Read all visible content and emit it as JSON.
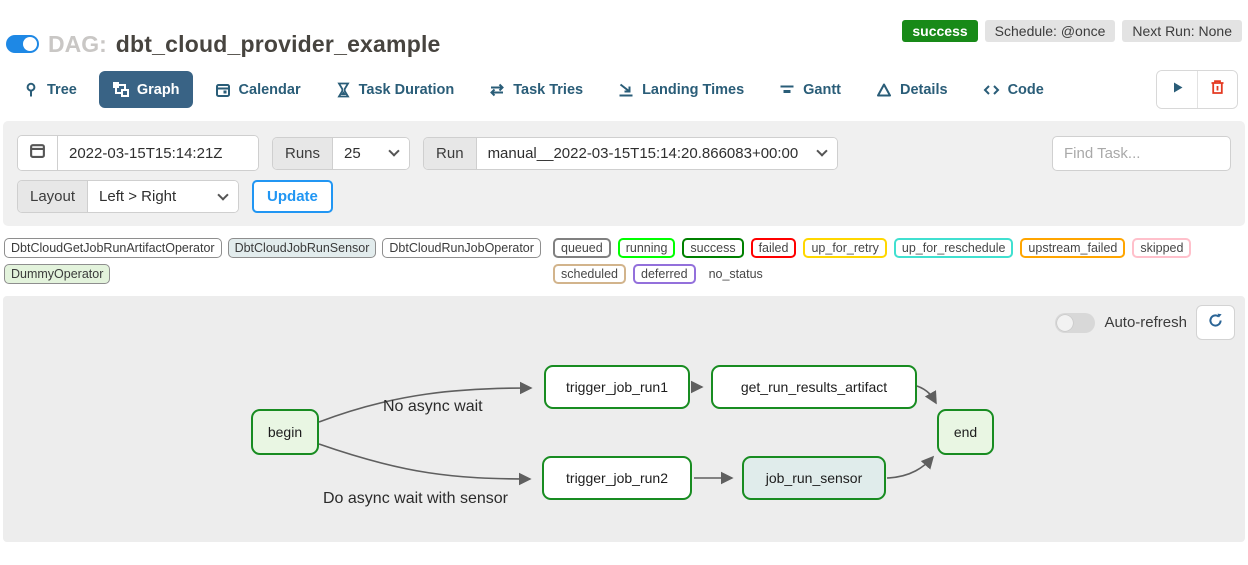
{
  "header": {
    "dag_prefix": "DAG:",
    "dag_title": "dbt_cloud_provider_example",
    "dag_enabled": true,
    "status_badge": "success",
    "schedule_badge": "Schedule: @once",
    "next_run_badge": "Next Run: None",
    "status_color": "#188a18"
  },
  "tabs": [
    {
      "label": "Tree",
      "icon": "tree-icon",
      "active": false
    },
    {
      "label": "Graph",
      "icon": "graph-icon",
      "active": true
    },
    {
      "label": "Calendar",
      "icon": "calendar-icon",
      "active": false
    },
    {
      "label": "Task Duration",
      "icon": "hourglass-icon",
      "active": false
    },
    {
      "label": "Task Tries",
      "icon": "repeat-icon",
      "active": false
    },
    {
      "label": "Landing Times",
      "icon": "plane-landing-icon",
      "active": false
    },
    {
      "label": "Gantt",
      "icon": "gantt-icon",
      "active": false
    },
    {
      "label": "Details",
      "icon": "triangle-icon",
      "active": false
    },
    {
      "label": "Code",
      "icon": "code-icon",
      "active": false
    }
  ],
  "toolbar": {
    "play_icon": "play-icon",
    "delete_icon": "trash-icon",
    "accent_play": "#2a5d78",
    "accent_delete": "#e43921"
  },
  "filters": {
    "date_value": "2022-03-15T15:14:21Z",
    "runs_label": "Runs",
    "runs_value": "25",
    "run_label": "Run",
    "run_value": "manual__2022-03-15T15:14:20.866083+00:00",
    "find_task_placeholder": "Find Task...",
    "layout_label": "Layout",
    "layout_value": "Left > Right",
    "update_label": "Update",
    "update_accent": "#2196f3"
  },
  "legend": {
    "operators": [
      {
        "label": "DbtCloudGetJobRunArtifactOperator",
        "fill": "#ffffff"
      },
      {
        "label": "DbtCloudJobRunSensor",
        "fill": "#e2eced"
      },
      {
        "label": "DbtCloudRunJobOperator",
        "fill": "#ffffff"
      },
      {
        "label": "DummyOperator",
        "fill": "#e3f3dc"
      }
    ],
    "statuses": [
      {
        "label": "queued",
        "border": "gray"
      },
      {
        "label": "running",
        "border": "lime"
      },
      {
        "label": "success",
        "border": "green"
      },
      {
        "label": "failed",
        "border": "red"
      },
      {
        "label": "up_for_retry",
        "border": "gold"
      },
      {
        "label": "up_for_reschedule",
        "border": "turquoise"
      },
      {
        "label": "upstream_failed",
        "border": "orange"
      },
      {
        "label": "skipped",
        "border": "pink"
      },
      {
        "label": "scheduled",
        "border": "tan"
      },
      {
        "label": "deferred",
        "border": "mediumpurple"
      },
      {
        "label": "no_status",
        "border": "none"
      }
    ]
  },
  "graph": {
    "auto_refresh_label": "Auto-refresh",
    "auto_refresh_on": false,
    "node_border_color": "#188c21",
    "edge_color": "#5f5f5f",
    "nodes": [
      {
        "label": "begin",
        "operator": "DummyOperator",
        "status": "success"
      },
      {
        "label": "trigger_job_run1",
        "operator": "DbtCloudRunJobOperator",
        "status": "success"
      },
      {
        "label": "get_run_results_artifact",
        "operator": "DbtCloudGetJobRunArtifactOperator",
        "status": "success"
      },
      {
        "label": "end",
        "operator": "DummyOperator",
        "status": "success"
      },
      {
        "label": "trigger_job_run2",
        "operator": "DbtCloudRunJobOperator",
        "status": "success"
      },
      {
        "label": "job_run_sensor",
        "operator": "DbtCloudJobRunSensor",
        "status": "success"
      }
    ],
    "edges": [
      {
        "from": "begin",
        "to": "trigger_job_run1",
        "label": "No async wait"
      },
      {
        "from": "begin",
        "to": "trigger_job_run2",
        "label": "Do async wait with sensor"
      },
      {
        "from": "trigger_job_run1",
        "to": "get_run_results_artifact",
        "label": ""
      },
      {
        "from": "get_run_results_artifact",
        "to": "end",
        "label": ""
      },
      {
        "from": "trigger_job_run2",
        "to": "job_run_sensor",
        "label": ""
      },
      {
        "from": "job_run_sensor",
        "to": "end",
        "label": ""
      }
    ]
  }
}
